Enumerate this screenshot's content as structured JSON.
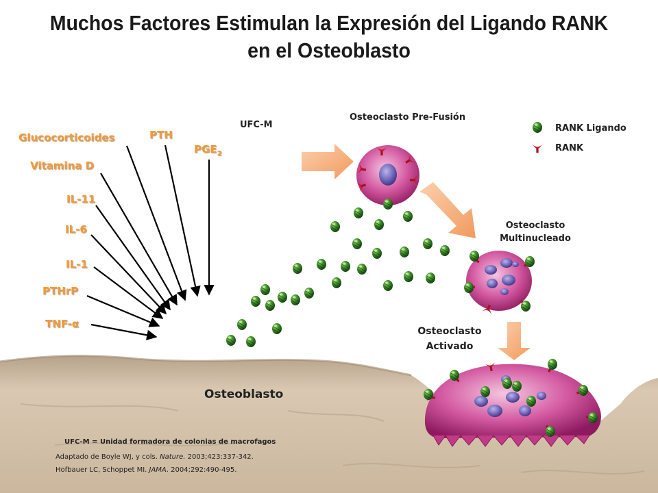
{
  "title": {
    "line1": "Muchos Factores Estimulan la Expresión del Ligando RANK",
    "line2": "en el Osteoblasto"
  },
  "factors": {
    "glucocorticoides": "Glucocorticoides",
    "pth": "PTH",
    "pge2_main": "PGE",
    "pge2_sub": "2",
    "vitamina_d": "Vitamina  D",
    "il11": "IL-11",
    "il6": "IL-6",
    "il1": "IL-1",
    "pthrp": "PTHrP",
    "tnf": "TNF-α"
  },
  "labels": {
    "ufc_m": "UFC-M",
    "pre_fusion": "Osteoclasto Pre-Fusión",
    "multinucleado_1": "Osteoclasto",
    "multinucleado_2": "Multinucleado",
    "activado_1": "Osteoclasto",
    "activado_2": "Activado",
    "osteoblasto": "Osteoblasto"
  },
  "legend": {
    "rank_ligando": "RANK Ligando",
    "rank": "RANK"
  },
  "footnotes": {
    "definition": "UFC-M = Unidad formadora de colonias de macrofagos",
    "ref1_a": "Adaptado de Boyle WJ, y cols. ",
    "ref1_journal": "Nature.",
    "ref1_b": " 2003;423:337-342.",
    "ref2_a": "Hofbauer LC, Schoppet MI. ",
    "ref2_journal": "JAMA",
    "ref2_b": ". 2004;292:490-495."
  },
  "colors": {
    "factor_text": "#f29a38",
    "arrow_peach": "#f6b07e",
    "cell_magenta": "#c2307f",
    "ligand_green": "#2f7a26",
    "rank_red": "#d21b26",
    "bone": "#cdbba5"
  }
}
